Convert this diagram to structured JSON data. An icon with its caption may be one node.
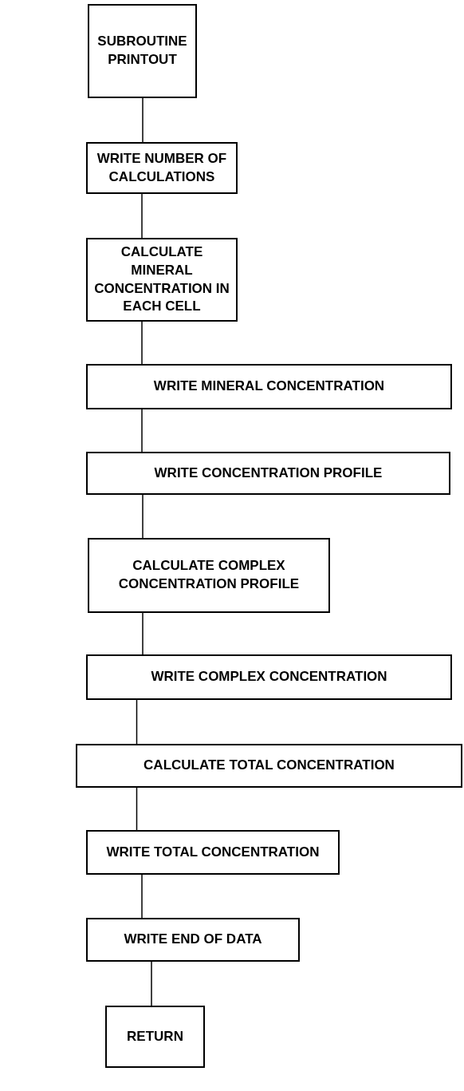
{
  "diagram": {
    "nodes": [
      {
        "text": [
          "SUBROUTINE PRINTOUT"
        ]
      },
      {
        "text": [
          "WRITE NUMBER OF CALCULATIONS"
        ]
      },
      {
        "text": [
          "CALCULATE MINERAL CONCENTRATION IN EACH CELL"
        ]
      },
      {
        "text": [
          "WRITE MINERAL CONCENTRATION"
        ]
      },
      {
        "text": [
          "WRITE CONCENTRATION PROFILE"
        ]
      },
      {
        "text": [
          "CALCULATE COMPLEX CONCENTRATION PROFILE"
        ]
      },
      {
        "text": [
          "WRITE COMPLEX CONCENTRATION"
        ]
      },
      {
        "text": [
          "CALCULATE TOTAL CONCENTRATION"
        ]
      },
      {
        "text": [
          "WRITE TOTAL CONCENTRATION"
        ]
      },
      {
        "text": [
          "WRITE END OF DATA"
        ]
      },
      {
        "text": [
          "RETURN"
        ]
      }
    ],
    "edges": [
      {
        "from": 0,
        "to": 1,
        "arrow": "none"
      },
      {
        "from": 1,
        "to": 2,
        "arrow": "none"
      },
      {
        "from": 2,
        "to": 3,
        "arrow": "none"
      },
      {
        "from": 3,
        "to": 4,
        "arrow": "none"
      },
      {
        "from": 4,
        "to": 5,
        "arrow": "none"
      },
      {
        "from": 5,
        "to": 6,
        "arrow": "none"
      },
      {
        "from": 6,
        "to": 7,
        "arrow": "none"
      },
      {
        "from": 7,
        "to": 8,
        "arrow": "none"
      },
      {
        "from": 8,
        "to": 9,
        "arrow": "none"
      },
      {
        "from": 9,
        "to": 10,
        "arrow": "none"
      }
    ]
  }
}
